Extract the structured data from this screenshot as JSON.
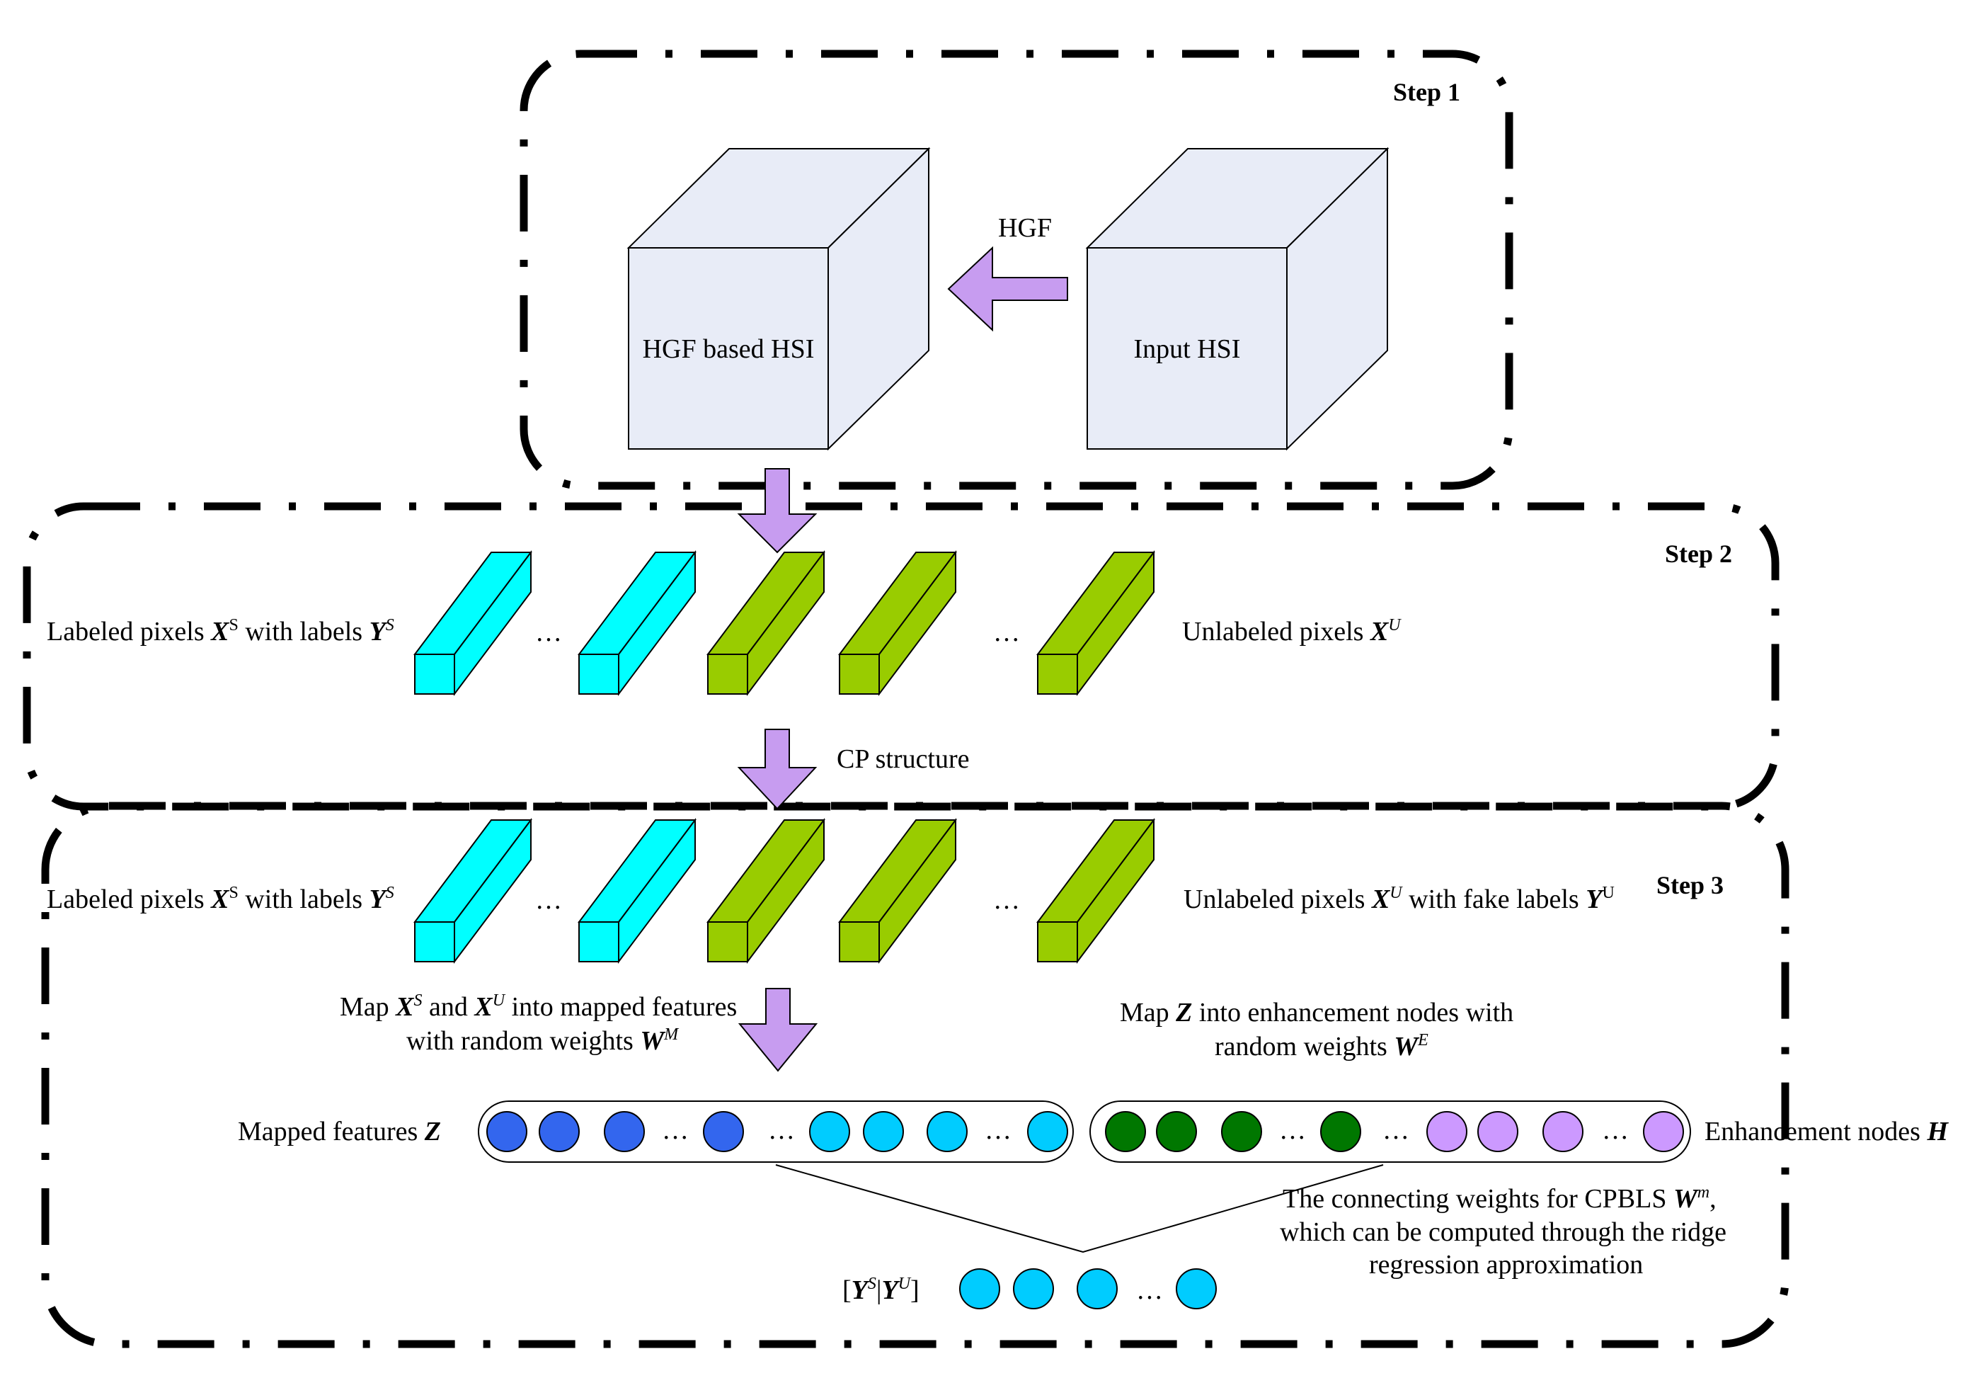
{
  "steps": {
    "step1": "Step 1",
    "step2": "Step 2",
    "step3": "Step 3"
  },
  "step1": {
    "hgf_cube": "HGF based HSI",
    "input_cube": "Input HSI",
    "arrow_label": "HGF"
  },
  "step2": {
    "labeled": {
      "prefix": "Labeled pixels ",
      "x": "X",
      "x_sup": "S",
      "mid": " with labels ",
      "y": "Y",
      "y_sup": "S"
    },
    "unlabeled": {
      "prefix": "Unlabeled pixels ",
      "x": "X",
      "x_sup": "U"
    },
    "arrow_label": "CP structure"
  },
  "step3": {
    "labeled": {
      "prefix": "Labeled pixels ",
      "x": "X",
      "x_sup": "S",
      "mid": " with labels ",
      "y": "Y",
      "y_sup": "S"
    },
    "unlabeled": {
      "prefix": "Unlabeled pixels ",
      "x": "X",
      "x_sup": "U",
      "mid": " with fake labels ",
      "y": "Y",
      "y_sup": "U"
    },
    "map_left": {
      "l1_a": "Map ",
      "x1": "X",
      "x1_sup": "S",
      "l1_b": " and ",
      "x2": "X",
      "x2_sup": "U",
      "l1_c": " into mapped features",
      "l2_a": "with random weights ",
      "w": "W",
      "w_sup": "M"
    },
    "map_right": {
      "l1_a": "Map ",
      "z": "Z",
      "l1_b": " into enhancement nodes with",
      "l2_a": "random weights ",
      "w": "W",
      "w_sup": "E"
    },
    "mapped_features": {
      "text": "Mapped features ",
      "var": "Z"
    },
    "enhancement_nodes": {
      "text": "Enhancement nodes ",
      "var": "H"
    },
    "weights_note": {
      "l1_a": "The connecting weights for CPBLS ",
      "w": "W",
      "w_sup": "m",
      "l1_b": ",",
      "l2": "which can be computed through the ridge",
      "l3": "regression approximation"
    },
    "output": {
      "open": "[",
      "y1": "Y",
      "y1_sup": "S",
      "bar": "|",
      "y2": "Y",
      "y2_sup": "U",
      "close": "]"
    }
  },
  "colors": {
    "cube_face": "#e8ecf7",
    "arrow": "#c79cf0",
    "labeled_block": "#00ffff",
    "unlabeled_block": "#99cc00",
    "mapped_node_a": "#3366ee",
    "mapped_node_b": "#00ccff",
    "enh_node_a": "#007700",
    "enh_node_b": "#cc99ff",
    "output_node": "#00ccff"
  },
  "ellipsis": "…"
}
